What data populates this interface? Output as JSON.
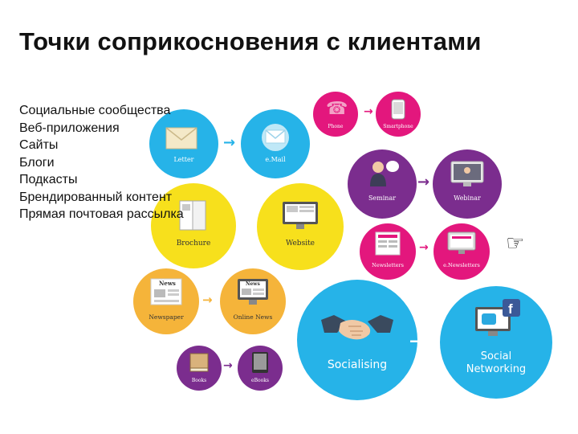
{
  "title": "Точки соприкосновения с клиентами",
  "bullets": [
    "Социальные сообщества",
    "Веб-приложения",
    "Сайты",
    "Блоги",
    "Подкасты",
    "Брендированный контент",
    "Прямая почтовая рассылка"
  ],
  "nodes": {
    "letter": "Letter",
    "email": "e.Mail",
    "phone": "Phone",
    "smartphone": "Smartphone",
    "seminar": "Seminar",
    "webinar": "Webinar",
    "brochure": "Brochure",
    "website": "Website",
    "newsletters": "Newsletters",
    "enewsletters": "e.Newsletters",
    "newspaper": "Newspaper",
    "onlinenews": "Online News",
    "books": "Books",
    "ebooks": "eBooks",
    "socialising": "Socialising",
    "social_networking_1": "Social",
    "social_networking_2": "Networking",
    "news_tag": "News"
  },
  "icons": {
    "pointer": "☞",
    "arrow": "→"
  },
  "colors": {
    "cyan": "#26b3e8",
    "yellow": "#f7e01c",
    "orange": "#f5b43a",
    "magenta": "#e3177d",
    "purple": "#7b2d8e"
  }
}
